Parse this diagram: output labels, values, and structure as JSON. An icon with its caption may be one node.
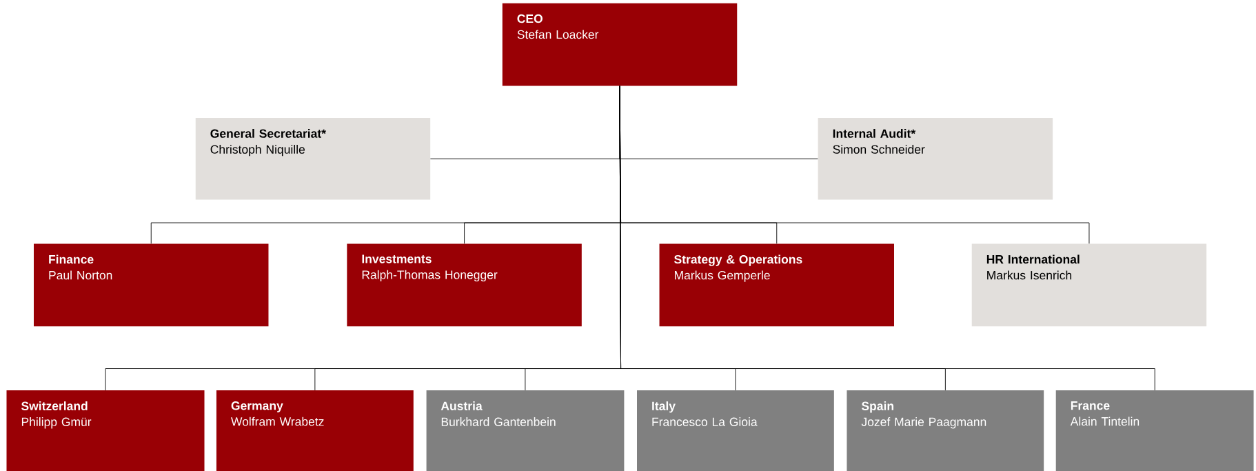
{
  "diagram": {
    "nodes": [
      {
        "text": [
          "CEO",
          "Stefan Loacker"
        ]
      },
      {
        "text": [
          "General Secretariat*",
          "Christoph Niquille"
        ]
      },
      {
        "text": [
          "Internal Audit*",
          "Simon Schneider"
        ]
      },
      {
        "text": [
          "Finance",
          "Paul Norton"
        ]
      },
      {
        "text": [
          "Investments",
          "Ralph-Thomas Honegger"
        ]
      },
      {
        "text": [
          "Strategy & Operations",
          "Markus Gemperle"
        ]
      },
      {
        "text": [
          "HR International",
          "Markus Isenrich"
        ]
      },
      {
        "text": [
          "Switzerland",
          "Philipp Gmür"
        ]
      },
      {
        "text": [
          "Germany",
          "Wolfram Wrabetz"
        ]
      },
      {
        "text": [
          "Austria",
          "Burkhard Gantenbein"
        ]
      },
      {
        "text": [
          "Italy",
          "Francesco La Gioia"
        ]
      },
      {
        "text": [
          "Spain",
          "Jozef Marie Paagmann"
        ]
      },
      {
        "text": [
          "France",
          "Alain Tintelin"
        ]
      }
    ],
    "edges": [
      {
        "from": 0,
        "to": 1,
        "arrow": "none"
      },
      {
        "from": 0,
        "to": 2,
        "arrow": "none"
      },
      {
        "from": 0,
        "to": 3,
        "arrow": "none"
      },
      {
        "from": 0,
        "to": 4,
        "arrow": "none"
      },
      {
        "from": 0,
        "to": 5,
        "arrow": "none"
      },
      {
        "from": 0,
        "to": 6,
        "arrow": "none"
      },
      {
        "from": 0,
        "to": 7,
        "arrow": "none"
      },
      {
        "from": 0,
        "to": 8,
        "arrow": "none"
      },
      {
        "from": 0,
        "to": 9,
        "arrow": "none"
      },
      {
        "from": 0,
        "to": 10,
        "arrow": "none"
      },
      {
        "from": 0,
        "to": 11,
        "arrow": "none"
      },
      {
        "from": 0,
        "to": 12,
        "arrow": "none"
      }
    ]
  }
}
